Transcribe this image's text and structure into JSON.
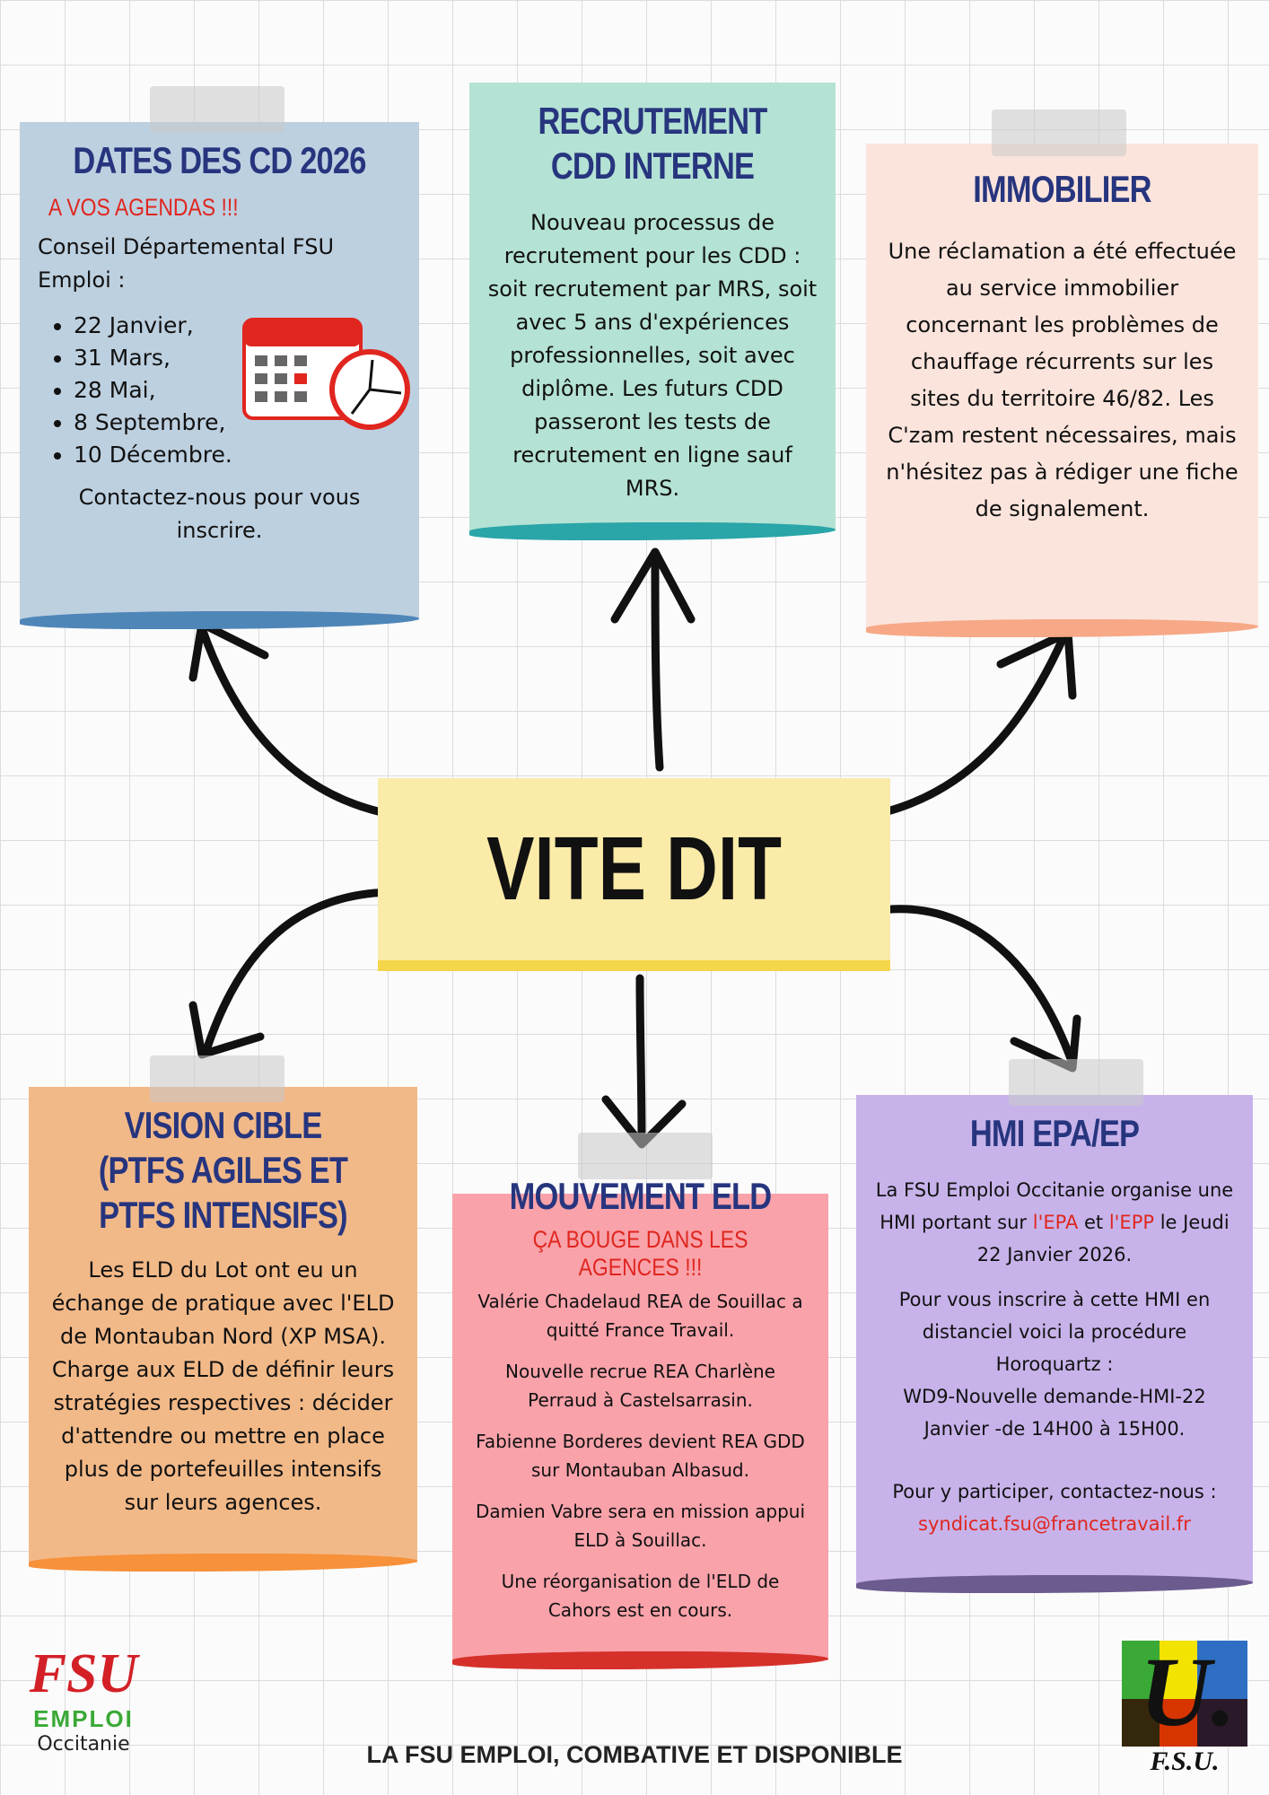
{
  "colors": {
    "title": "#27357e",
    "accent": "#e0261f"
  },
  "dates": {
    "title": "DATES DES CD 2026",
    "subtitle": "A VOS AGENDAS !!!",
    "intro": "Conseil Départemental FSU Emploi :",
    "items": [
      "22 Janvier,",
      "31 Mars,",
      "28 Mai,",
      "8 Septembre,",
      "10 Décembre."
    ],
    "footer": "Contactez-nous pour vous inscrire.",
    "icon": "calendar-clock-icon"
  },
  "recrutement": {
    "title": "RECRUTEMENT CDD INTERNE",
    "body": "Nouveau processus de recrutement pour les CDD : soit recrutement par MRS, soit avec 5 ans d'expériences professionnelles, soit avec diplôme. Les futurs CDD passeront les tests de recrutement en ligne sauf MRS."
  },
  "immobilier": {
    "title": "IMMOBILIER",
    "body": "Une réclamation a été effectuée au service immobilier concernant les problèmes de chauffage récurrents sur les sites du territoire 46/82. Les C'zam restent nécessaires, mais n'hésitez pas à rédiger une fiche de signalement."
  },
  "center": {
    "title": "VITE DIT"
  },
  "vision": {
    "title": "VISION CIBLE (PTFS AGILES ET PTFS INTENSIFS)",
    "body": "Les ELD du Lot ont eu un échange de pratique avec l'ELD de Montauban Nord (XP MSA). Charge aux ELD de définir leurs stratégies respectives : décider d'attendre ou mettre en place plus de portefeuilles intensifs sur leurs agences."
  },
  "mouvement": {
    "title": "MOUVEMENT ELD",
    "subtitle": "ÇA BOUGE DANS LES AGENCES !!!",
    "items": [
      "Valérie Chadelaud REA de Souillac a quitté France Travail.",
      "Nouvelle recrue REA Charlène Perraud à Castelsarrasin.",
      "Fabienne Borderes devient REA GDD sur Montauban Albasud.",
      "Damien Vabre sera en mission appui ELD à Souillac.",
      "Une réorganisation de l'ELD de Cahors est en cours."
    ]
  },
  "hmi": {
    "title": "HMI EPA/EP",
    "p1a": "La FSU Emploi Occitanie organise une HMI portant sur ",
    "epa": "l'EPA",
    "p1b": " et ",
    "epp": "l'EPP",
    "p1c": " le Jeudi 22 Janvier 2026.",
    "p2": "Pour vous inscrire à cette HMI en distanciel voici la procédure Horoquartz :",
    "p3": "WD9-Nouvelle demande-HMI-22 Janvier -de 14H00 à 15H00.",
    "p4": "Pour y participer, contactez-nous :",
    "email": "syndicat.fsu@francetravail.fr"
  },
  "footer": {
    "tagline": "LA FSU EMPLOI, COMBATIVE ET DISPONIBLE",
    "logo_left": [
      "FSU",
      "EMPLOI",
      "Occitanie"
    ],
    "logo_right": "F.S.U."
  }
}
